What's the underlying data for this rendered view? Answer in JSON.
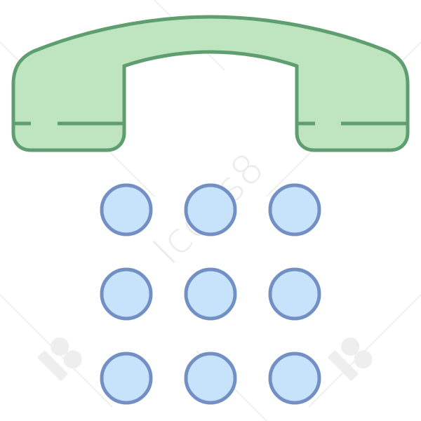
{
  "icon": {
    "name": "phone-keypad-icon",
    "colors": {
      "handset_fill": "#bfe4c0",
      "handset_stroke": "#5e9e6f",
      "key_fill": "#c7e3fb",
      "key_stroke": "#7390c4",
      "watermark": "#ececec"
    },
    "keypad": {
      "rows": 3,
      "columns": 3
    }
  },
  "watermark": {
    "text": "Icons8"
  }
}
